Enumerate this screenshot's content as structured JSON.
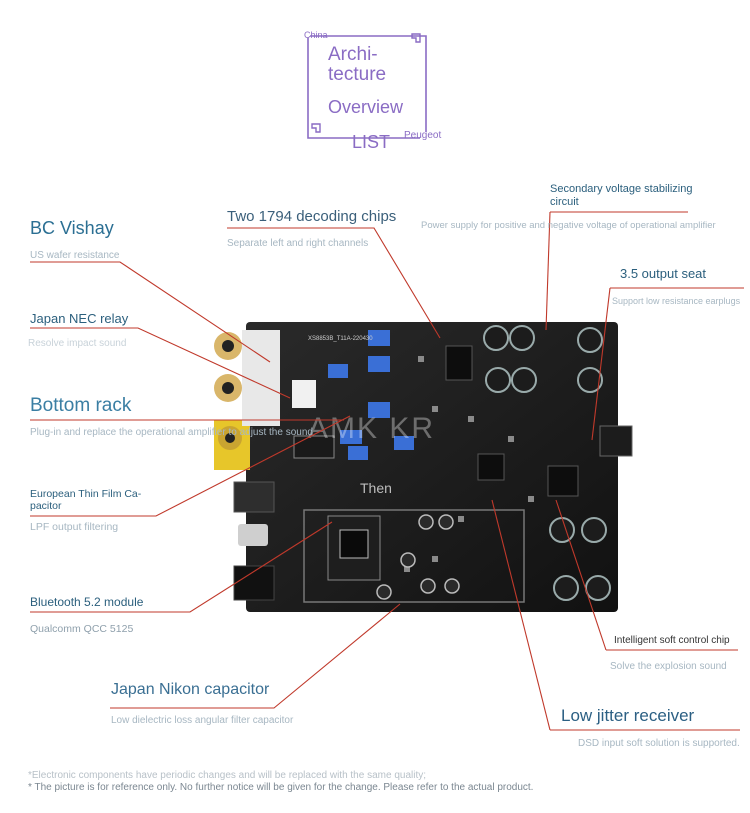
{
  "header": {
    "corner_tl": "China",
    "title_line1": "Archi-",
    "title_line2": "tecture",
    "title_line3": "Overview",
    "title_line4": "LIST",
    "corner_br": "Peugeot"
  },
  "labels": {
    "bc_vishay": {
      "title": "BC Vishay",
      "sub": "US wafer resistance"
    },
    "decoding_chips": {
      "title": "Two 1794 decoding chips",
      "sub": "Separate left and right channels"
    },
    "secondary_voltage": {
      "title": "Secondary voltage stabilizing circuit",
      "title_l1": "Secondary voltage stabilizing",
      "title_l2": "circuit",
      "sub": "Power supply for positive and negative voltage of operational amplifier"
    },
    "output_seat": {
      "title": "3.5 output seat",
      "sub": "Support low resistance earplugs"
    },
    "nec_relay": {
      "title": "Japan NEC relay",
      "sub": "Resolve impact sound"
    },
    "bottom_rack": {
      "title": "Bottom rack",
      "sub": "Plug-in and replace the operational amplifier to adjust the sound"
    },
    "thin_film": {
      "title_l1": "European Thin Film Ca-",
      "title_l2": "pacitor",
      "sub": "LPF output filtering"
    },
    "bluetooth": {
      "title": "Bluetooth 5.2 module",
      "sub": "Qualcomm QCC 5125"
    },
    "soft_control": {
      "title": "Intelligent soft control chip",
      "sub": "Solve the explosion sound"
    },
    "nikon_cap": {
      "title": "Japan Nikon capacitor",
      "sub": "Low dielectric loss angular filter capacitor"
    },
    "jitter": {
      "title": "Low jitter receiver",
      "sub": "DSD input soft solution is supported."
    }
  },
  "board": {
    "silk_text": "XS8853B_T11A-220430",
    "watermark": "AMK KR",
    "center_text": "Then"
  },
  "footer": {
    "note1": "*Electronic components have periodic changes and will be replaced with the same quality;",
    "note2": "* The picture is for reference only. No further notice will be given for the change. Please refer to the actual product."
  },
  "colors": {
    "title_blue": "#2b6f93",
    "sub_gray": "#a7b7c2",
    "leader_red": "#c0392b",
    "frame_purple": "#8a6cc4",
    "board_black": "#1a1a1a"
  }
}
